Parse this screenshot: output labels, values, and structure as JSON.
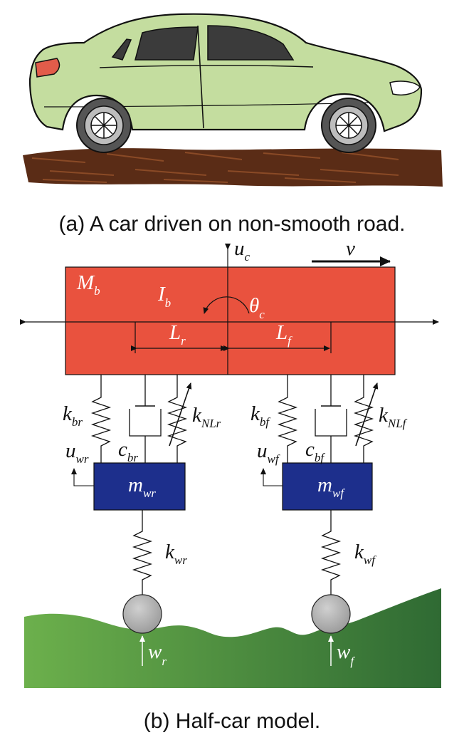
{
  "captions": {
    "a": "(a) A car driven on non-smooth road.",
    "b": "(b) Half-car model."
  },
  "labels": {
    "M": "M",
    "M_sub": "b",
    "I": "I",
    "I_sub": "b",
    "theta": "θ",
    "theta_sub": "c",
    "u_c": "u",
    "u_c_sub": "c",
    "v": "v",
    "L_r": "L",
    "L_r_sub": "r",
    "L_f": "L",
    "L_f_sub": "f",
    "k_br": "k",
    "k_br_sub": "br",
    "k_NLr": "k",
    "k_NLr_sub": "NLr",
    "c_br": "c",
    "c_br_sub": "br",
    "u_wr": "u",
    "u_wr_sub": "wr",
    "m_wr": "m",
    "m_wr_sub": "wr",
    "k_wr": "k",
    "k_wr_sub": "wr",
    "w_r": "w",
    "w_r_sub": "r",
    "k_bf": "k",
    "k_bf_sub": "bf",
    "k_NLf": "k",
    "k_NLf_sub": "NLf",
    "c_bf": "c",
    "c_bf_sub": "bf",
    "u_wf": "u",
    "u_wf_sub": "wf",
    "m_wf": "m",
    "m_wf_sub": "wf",
    "k_wf": "k",
    "k_wf_sub": "wf",
    "w_f": "w",
    "w_f_sub": "f"
  },
  "colors": {
    "car_body": "#c4dd9f",
    "body_block": "#e9523e",
    "wheel_mass": "#1d2f8c",
    "tire": "#b9b9b9",
    "road_dirt": "#5a2c16",
    "ground_light": "#6cb04c",
    "ground_dark": "#2f6a33"
  }
}
